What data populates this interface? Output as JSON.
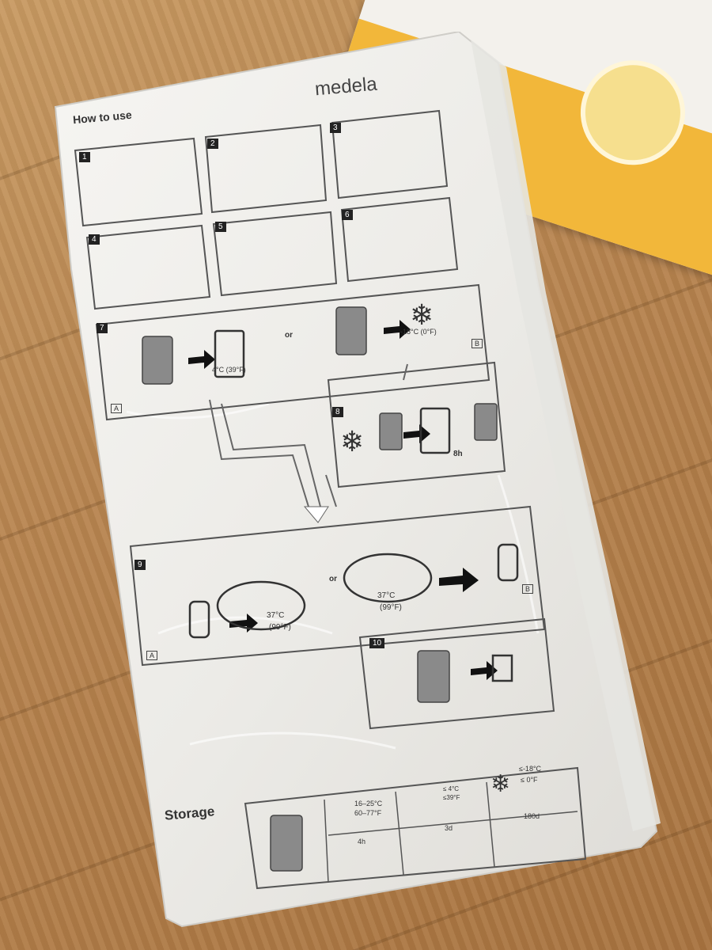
{
  "brand": {
    "name": "medela"
  },
  "header": {
    "how_to_use": "How to use"
  },
  "steps": [
    {
      "n": "1"
    },
    {
      "n": "2"
    },
    {
      "n": "3"
    },
    {
      "n": "4"
    },
    {
      "n": "5"
    },
    {
      "n": "6"
    },
    {
      "n": "7"
    },
    {
      "n": "8"
    },
    {
      "n": "9"
    },
    {
      "n": "10"
    }
  ],
  "step7": {
    "or": "or",
    "fridge_temp": "4°C (39°F)",
    "freezer_temp": "-18°C (0°F)",
    "option_a": "A",
    "option_b": "B"
  },
  "step8": {
    "thaw_time": "8h"
  },
  "step9": {
    "or": "or",
    "temp_c_1": "37°C",
    "temp_f_1": "(99°F)",
    "temp_c_2": "37°C",
    "temp_f_2": "(99°F)",
    "option_a": "A",
    "option_b": "B"
  },
  "storage": {
    "title": "Storage",
    "room_temp_c": "16–25°C",
    "room_temp_f": "60–77°F",
    "room_time": "4h",
    "fridge_temp_c": "≤ 4°C",
    "fridge_temp_f": "≤39°F",
    "fridge_time": "3d",
    "freezer_temp_c": "≤-18°C",
    "freezer_temp_f": "≤ 0°F",
    "freezer_time": "180d"
  },
  "colors": {
    "bag": "#f1f0ec",
    "ink": "#333333",
    "floor": "#b88550",
    "booklet_accent": "#f2b73a"
  }
}
